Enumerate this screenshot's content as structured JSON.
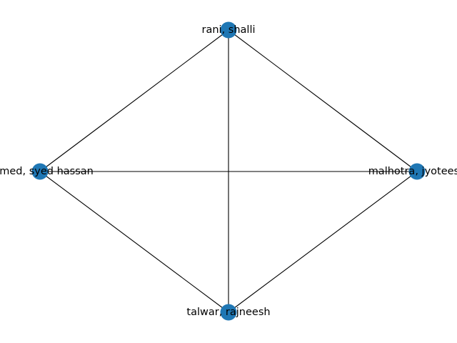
{
  "graph": {
    "node_color": "#1f77b4",
    "edge_color": "#000000",
    "nodes": [
      {
        "id": "top",
        "label": "rani, shalli"
      },
      {
        "id": "right",
        "label": "malhotra, jyoteesh"
      },
      {
        "id": "bottom",
        "label": "talwar, rajneesh"
      },
      {
        "id": "left",
        "label": "ahmed, syed hassan"
      }
    ],
    "edges": [
      {
        "source": "top",
        "target": "left"
      },
      {
        "source": "top",
        "target": "bottom"
      },
      {
        "source": "top",
        "target": "right"
      },
      {
        "source": "left",
        "target": "right"
      },
      {
        "source": "left",
        "target": "bottom"
      },
      {
        "source": "right",
        "target": "bottom"
      }
    ]
  }
}
